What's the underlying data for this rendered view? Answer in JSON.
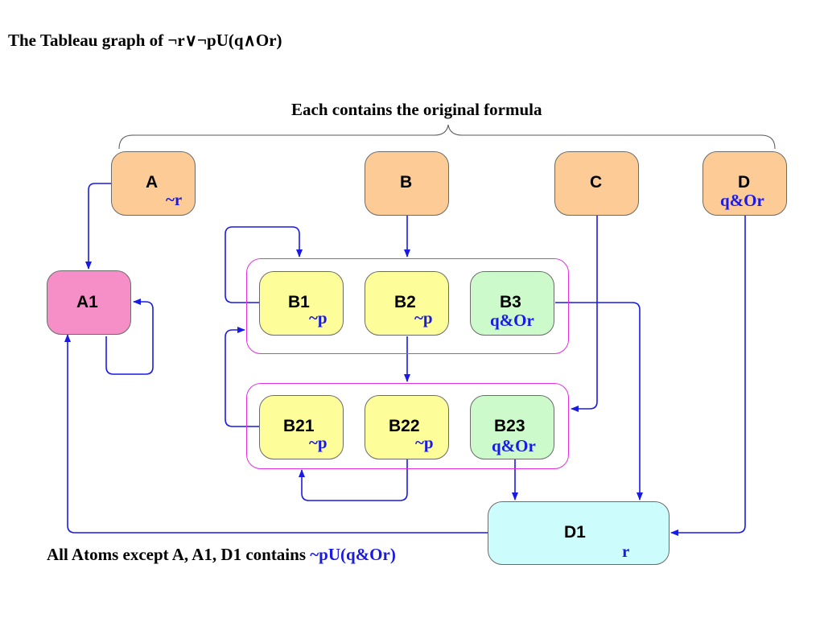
{
  "title": "The Tableau graph of ¬r∨¬pU(q∧Or)",
  "brace_label": "Each contains the original formula",
  "footer": {
    "text": "All Atoms except A, A1, D1 contains ",
    "formula": "~pU(q&Or)"
  },
  "nodes": {
    "A": {
      "name": "A",
      "label": "~r"
    },
    "B": {
      "name": "B",
      "label": ""
    },
    "C": {
      "name": "C",
      "label": ""
    },
    "D": {
      "name": "D",
      "label": "q&Or"
    },
    "A1": {
      "name": "A1",
      "label": ""
    },
    "B1": {
      "name": "B1",
      "label": "~p"
    },
    "B2": {
      "name": "B2",
      "label": "~p"
    },
    "B3": {
      "name": "B3",
      "label": "q&Or"
    },
    "B21": {
      "name": "B21",
      "label": "~p"
    },
    "B22": {
      "name": "B22",
      "label": "~p"
    },
    "B23": {
      "name": "B23",
      "label": "q&Or"
    },
    "D1": {
      "name": "D1",
      "label": "r"
    }
  },
  "edges": [
    [
      "A",
      "A1"
    ],
    [
      "A1",
      "A1"
    ],
    [
      "B",
      "B2"
    ],
    [
      "B1",
      "B1"
    ],
    [
      "B2",
      "B21-row"
    ],
    [
      "B3",
      "D1"
    ],
    [
      "C",
      "B21-row"
    ],
    [
      "D",
      "D1"
    ],
    [
      "B21",
      "B1-row"
    ],
    [
      "B22",
      "B21"
    ],
    [
      "B23",
      "D1"
    ],
    [
      "D1",
      "A1"
    ]
  ],
  "colors": {
    "top_nodes": "#fccb96",
    "A1": "#f68fc8",
    "tilde_p_nodes": "#fdfd9a",
    "qOr_nodes": "#cdfacb",
    "D1": "#cdfcfc",
    "group_border": "#e62ee6",
    "arrows": "#1a1ae6",
    "labels": "#1a1ae6"
  }
}
